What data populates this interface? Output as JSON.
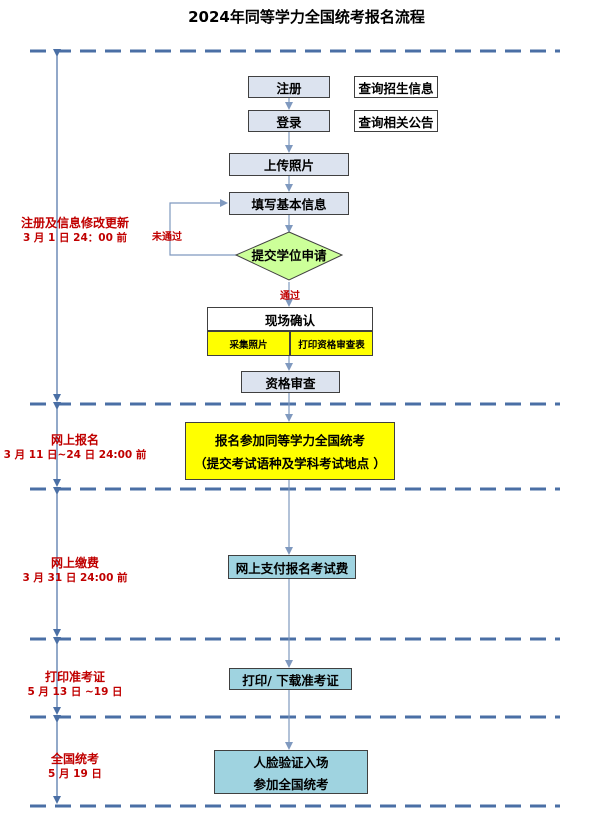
{
  "title": "2024年同等学力全国统考报名流程",
  "stages": [
    {
      "name": "注册及信息修改更新",
      "date": "3 月 1 日 24：00 前"
    },
    {
      "name": "网上报名",
      "date": "3 月 11 日~24 日 24:00 前"
    },
    {
      "name": "网上缴费",
      "date": "3 月 31 日 24:00 前"
    },
    {
      "name": "打印准考证",
      "date": "5 月 13 日 ~19 日"
    },
    {
      "name": "全国统考",
      "date": "5 月 19 日"
    }
  ],
  "nodes": {
    "register": "注册",
    "query_admission": "查询招生信息",
    "login": "登录",
    "query_notice": "查询相关公告",
    "upload_photo": "上传照片",
    "fill_info": "填写基本信息",
    "submit_degree": "提交学位申请",
    "onsite_confirm": "现场确认",
    "collect_photo": "采集照片",
    "print_review_form": "打印资格审查表",
    "qualification_review": "资格审查",
    "apply_line1": "报名参加同等学力全国统考",
    "apply_line2": "（提交考试语种及学科考试地点 ）",
    "pay_fee": "网上支付报名考试费",
    "print_ticket": "打印/ 下载准考证",
    "face_line1": "人脸验证入场",
    "face_line2": "参加全国统考"
  },
  "labels": {
    "not_passed": "未通过",
    "passed": "通过"
  },
  "colors": {
    "dashed_line": "#4a6fa5",
    "arrow": "#7f99bf",
    "stage_text": "#c00000",
    "grey_box": "#dce3ef",
    "yellow_box": "#ffff00",
    "teal_box": "#9fd3e0",
    "diamond": "#ccff99"
  }
}
